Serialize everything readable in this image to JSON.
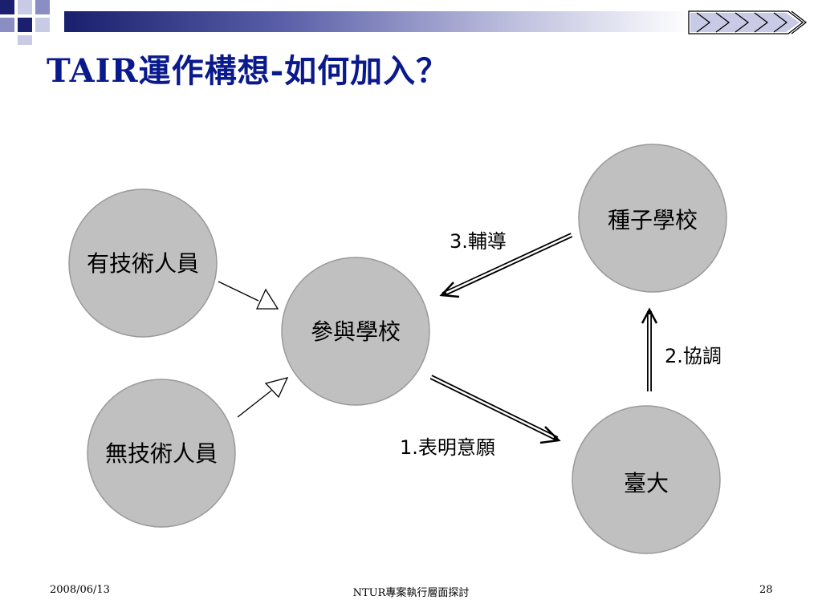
{
  "title": "TAIR運作構想-如何加入？",
  "colors": {
    "title": "#0a1a8c",
    "node_fill": "#c0c0c0",
    "node_stroke": "#999999",
    "accent_navy": "#1a1f6e"
  },
  "nodes": {
    "has_tech": "有技術人員",
    "no_tech": "無技術人員",
    "participant": "參與學校",
    "seed": "種子學校",
    "ntu": "臺大"
  },
  "edges": {
    "step1": "1.表明意願",
    "step2": "2.協調",
    "step3": "3.輔導"
  },
  "footer": {
    "date": "2008/06/13",
    "center": "NTUR專案執行層面探討",
    "page": "28"
  }
}
